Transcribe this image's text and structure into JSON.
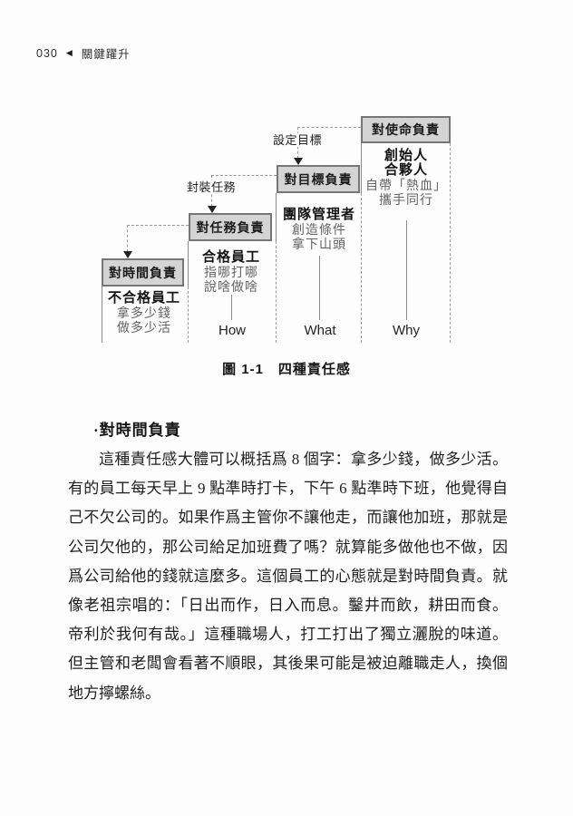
{
  "header": {
    "page_number": "030",
    "separator_icon": "◀",
    "book_title": "關鍵躍升"
  },
  "figure": {
    "caption_label": "圖 1-1",
    "caption_title": "四種責任感",
    "steps": [
      {
        "title": "對時間負責",
        "bold_lines": [
          "不合格員工"
        ],
        "sub_lines": [
          "拿多少錢",
          "做多少活"
        ],
        "axis_label": ""
      },
      {
        "title": "對任務負責",
        "bold_lines": [
          "合格員工"
        ],
        "sub_lines": [
          "指哪打哪",
          "說啥做啥"
        ],
        "axis_label": "How"
      },
      {
        "title": "對目標負責",
        "bold_lines": [
          "團隊管理者"
        ],
        "sub_lines": [
          "創造條件",
          "拿下山頭"
        ],
        "axis_label": "What"
      },
      {
        "title": "對使命負責",
        "bold_lines": [
          "創始人",
          "合夥人"
        ],
        "sub_lines": [
          "自帶「熱血」",
          "攜手同行"
        ],
        "axis_label": "Why"
      }
    ],
    "connector_labels": {
      "to_goal": "設定目標",
      "to_task": "封裝任務"
    }
  },
  "section": {
    "heading": "·對時間負責",
    "lines": [
      "這種責任感大體可以概括爲 8 個字：拿多少錢，做多少活。",
      "有的員工每天早上 9 點準時打卡，下午 6 點準時下班，他覺得自",
      "己不欠公司的。如果作爲主管你不讓他走，而讓他加班，那就是",
      "公司欠他的，那公司給足加班費了嗎？就算能多做他也不做，因",
      "爲公司給他的錢就這麼多。這個員工的心態就是對時間負責。就",
      "像老祖宗唱的：「日出而作，日入而息。鑿井而飲，耕田而食。",
      "帝利於我何有哉。」這種職場人，打工打出了獨立灑脫的味道。",
      "但主管和老闆會看著不順眼，其後果可能是被迫離職走人，換個",
      "地方擰螺絲。"
    ]
  },
  "colors": {
    "box-fill": "#d4d4d4",
    "box-border": "#767676",
    "line": "#8a8a8a",
    "dash": "#9a9a9a",
    "text": "#1f1f1f",
    "subtext": "#636363"
  }
}
